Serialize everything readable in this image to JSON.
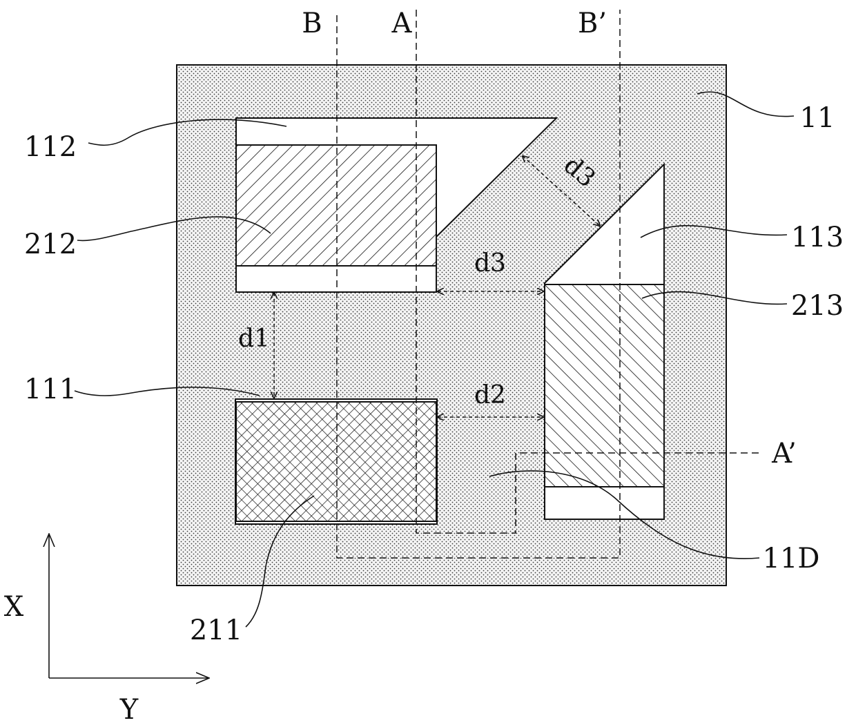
{
  "section_labels": {
    "b": "B",
    "a": "A",
    "b_prime": "B’",
    "a_prime": "A’"
  },
  "reference_labels": {
    "r11": "11",
    "r112": "112",
    "r113": "113",
    "r212": "212",
    "r213": "213",
    "r111": "111",
    "r211": "211",
    "r11d": "11D"
  },
  "dimension_labels": {
    "d1": "d1",
    "d2": "d2",
    "d3_horizontal": "d3",
    "d3_diagonal": "d3"
  },
  "axis_labels": {
    "x": "X",
    "y": "Y"
  },
  "colors": {
    "line": "#111111",
    "substrate_fill": "#f4f4f4",
    "dot": "#3a3a3a"
  }
}
